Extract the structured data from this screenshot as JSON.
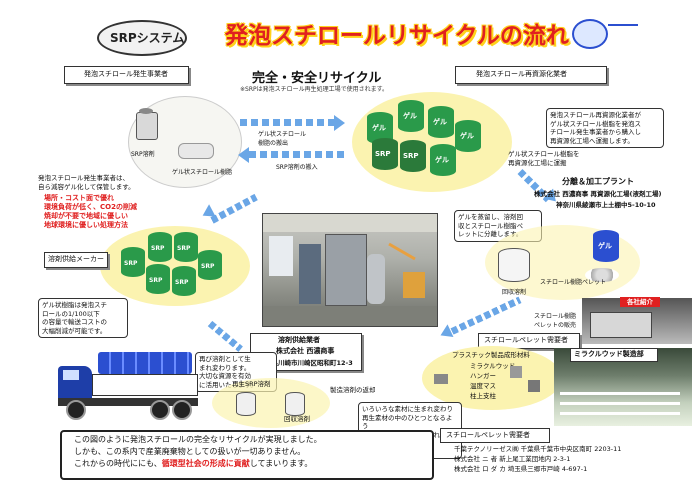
{
  "header": {
    "badge": "SRPシステム",
    "title": "発泡スチロールリサイクルの流れ"
  },
  "center": {
    "title": "完全・安全リサイクル",
    "subtitle": "※SRPは発泡スチロール再生処理工場で使用されます。"
  },
  "generator": {
    "title": "発泡スチロール発生事業者",
    "machine_label": "SRP溶剤",
    "resin_label": "ゲル状スチロール樹脂",
    "desc": "発泡スチロール発生事業者は、\n自ら減容ゲル化して保管します。",
    "red_text": "場所・コスト面で優れ\n環境負荷が低く、CO2の削減\n焼却が不要で地域に優しい\n地球環境に優しい処理方法"
  },
  "arrows_top": {
    "right_label": "ゲル状スチロール\n樹脂の搬出",
    "left_label": "SRP溶剤の搬入"
  },
  "collector": {
    "title": "発泡スチロール再資源化業者",
    "drum_gel": "ゲル",
    "drum_srp": "SRP",
    "desc": "発泡スチロール再資源化業者が\nゲル状スチロール樹脂を発泡ス\nチロール発生事業者から購入し\n再資源化工場へ運搬します。",
    "transport": "ゲル状スチロール樹脂を\n再資源化工場に運搬"
  },
  "plant": {
    "title": "分離＆加工プラント",
    "company": "株式会社 西濃商事  再資源化工場(液剤工場)",
    "address": "神奈川県綾瀬市上土棚中5-10-10"
  },
  "supplier": {
    "title": "溶剤供給メーカー",
    "drum": "SRP",
    "desc": "ゲル状樹脂は発泡スチ\nロールの1/100以下\nの容量で輸送コストの\n大幅削減が可能です。"
  },
  "process": {
    "desc": "ゲルを蒸留し、溶剤回\n収とスチロール樹脂ペ\nレットに分離します。",
    "gel_drum": "ゲル",
    "recovered": "回収溶剤",
    "pellet_label": "スチロール樹脂ペレット",
    "pellet_sell": "スチロール樹脂\nペレットの販売"
  },
  "regen": {
    "title": "溶剤供給業者",
    "company": "株式会社 西濃商事",
    "address": "神奈川県川崎市川崎区昭和町12-3",
    "desc": "再び溶剤として生\nまれ変わります。\n大切な資源を有効\nに活用いたします。",
    "recycled": "再生SRP溶剤",
    "recovered": "回収溶剤",
    "return": "製造溶剤の返却"
  },
  "pellet_user": {
    "title": "スチロールペレット需要者",
    "list_title": "プラスチック製品成形材料",
    "items": [
      "ミラクルウッド",
      "ハンガー",
      "温度マス",
      "柱上支柱"
    ],
    "desc": "いろいろな素材に生まれ変わり\n再生素材の中のひとつとなるよう\nさまざまな分野で活用されていま\nすよ。"
  },
  "photos": {
    "label1": "各社紹介",
    "label2": "ミラクルウッド製造部"
  },
  "company_table": {
    "title": "スチロールペレット需要者",
    "rows": [
      "千葉テクノリーゼス㈱  千葉県千葉市中央区南町 2203-11",
      "株式会社 ニ  者  新上尾工業団地内 2-3-1",
      "株式会社 ロ ダ カ  埼玉県三郷市戸崎 4-697-1"
    ]
  },
  "footer": {
    "line1": "この図のように発泡スチロールの完全なリサイクルが実現しました。",
    "line2": "しかも、この系内で産業廃棄物としての扱いが一切ありません。",
    "line3_prefix": "これからの時代ににも、",
    "line3_red": "循環型社会の形成に貢献",
    "line3_suffix": "してまいります。"
  },
  "colors": {
    "title_red": "#e02020",
    "title_yellow": "#ffd21a",
    "drum_green": "#2a9a4a",
    "drum_top": "#5fc878",
    "drum_blue": "#2b4fd0",
    "ellipse_yellow": "#fbf3b0",
    "arrow_blue": "#6aa6e6"
  }
}
